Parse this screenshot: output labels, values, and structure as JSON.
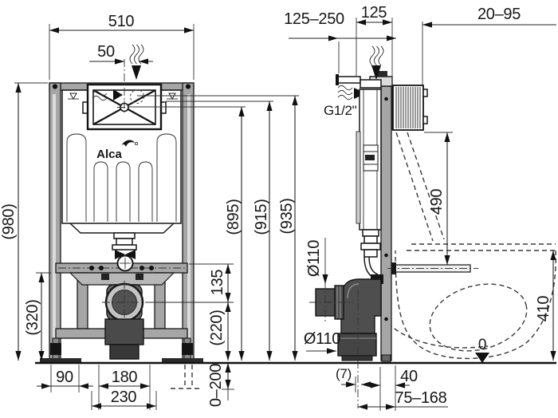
{
  "front": {
    "logo": "Alca",
    "dims": {
      "w510": "510",
      "o50": "50",
      "h980": "(980)",
      "h320": "(320)",
      "b90": "90",
      "b180": "180",
      "b230": "230",
      "g135": "135",
      "h220": "(220)",
      "legs": "0–200",
      "h895": "(895)",
      "h915": "(915)",
      "h935": "(935)"
    }
  },
  "side": {
    "dims": {
      "r125_250": "125–250",
      "d125": "125",
      "r20_95": "20–95",
      "inlet": "G1/2\"",
      "h490": "490",
      "dia_spare": "Ø110",
      "dia_outlet": "Ø110",
      "seat410": "410",
      "datum0": "0",
      "off7": "(7)",
      "d40": "40",
      "r75_168": "75–168"
    }
  }
}
